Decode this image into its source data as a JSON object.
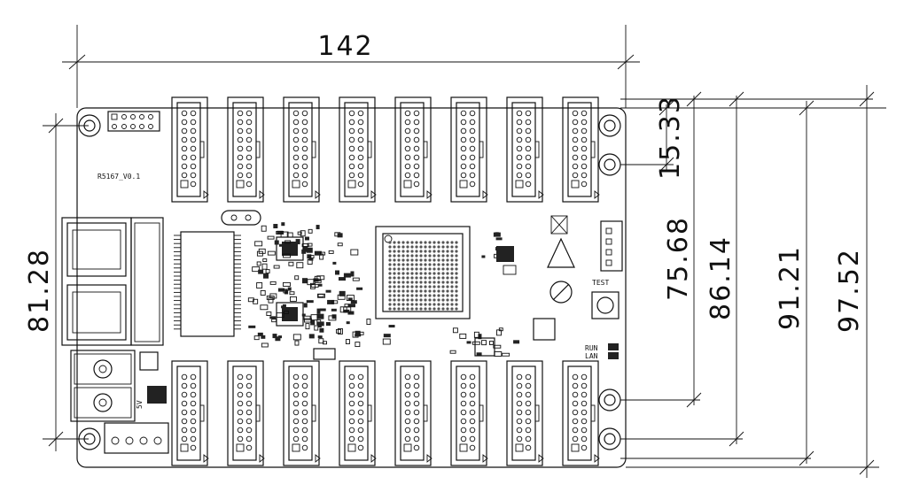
{
  "dimensions": {
    "width": "142",
    "height_left": "81.28",
    "d1": "15.33",
    "d2": "75.68",
    "d3": "86.14",
    "d4": "91.21",
    "d5": "97.52"
  },
  "labels": {
    "board_name": "R5167_V0.1",
    "test": "TEST",
    "run": "RUN",
    "lan": "LAN",
    "five_v": "5V"
  },
  "colors": {
    "line": "#111111",
    "background": "#ffffff"
  }
}
